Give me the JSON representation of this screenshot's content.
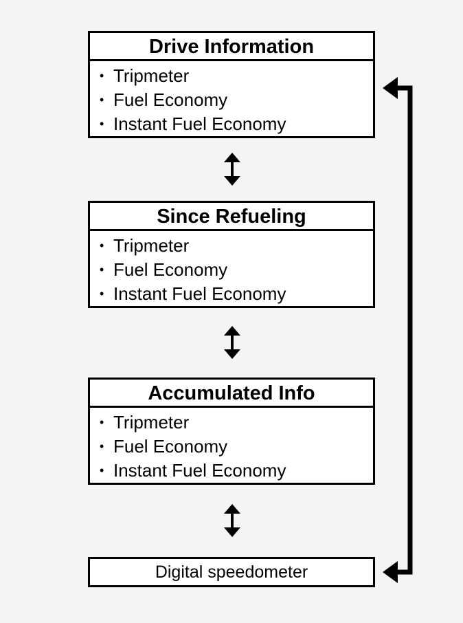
{
  "boxes": [
    {
      "title": "Drive Information",
      "items": [
        "Tripmeter",
        "Fuel Economy",
        "Instant Fuel Economy"
      ]
    },
    {
      "title": "Since Refueling",
      "items": [
        "Tripmeter",
        "Fuel Economy",
        "Instant Fuel Economy"
      ]
    },
    {
      "title": "Accumulated Info",
      "items": [
        "Tripmeter",
        "Fuel Economy",
        "Instant Fuel Economy"
      ]
    }
  ],
  "final_box": {
    "label": "Digital speedometer"
  },
  "bullet_symbol": "•",
  "colors": {
    "background": "#f3f4f3",
    "box_fill": "#ffffff",
    "line": "#000000"
  }
}
